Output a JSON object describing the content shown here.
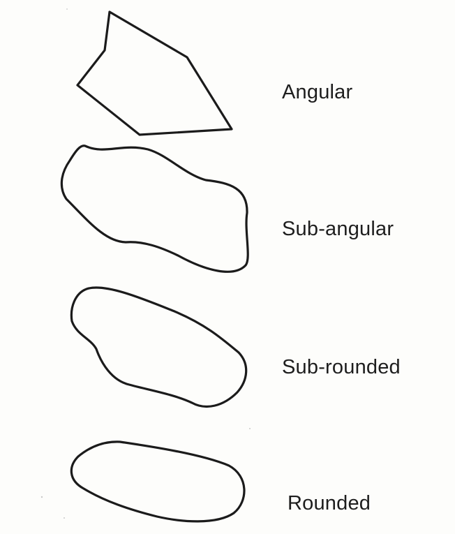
{
  "diagram": {
    "grains": [
      {
        "id": "angular",
        "label": "Angular"
      },
      {
        "id": "sub-angular",
        "label": "Sub-angular"
      },
      {
        "id": "sub-rounded",
        "label": "Sub-rounded"
      },
      {
        "id": "rounded",
        "label": "Rounded"
      }
    ],
    "colors": {
      "outline": "#1b1b1b",
      "text": "#1e1e1e",
      "background": "#fdfdfb"
    }
  }
}
